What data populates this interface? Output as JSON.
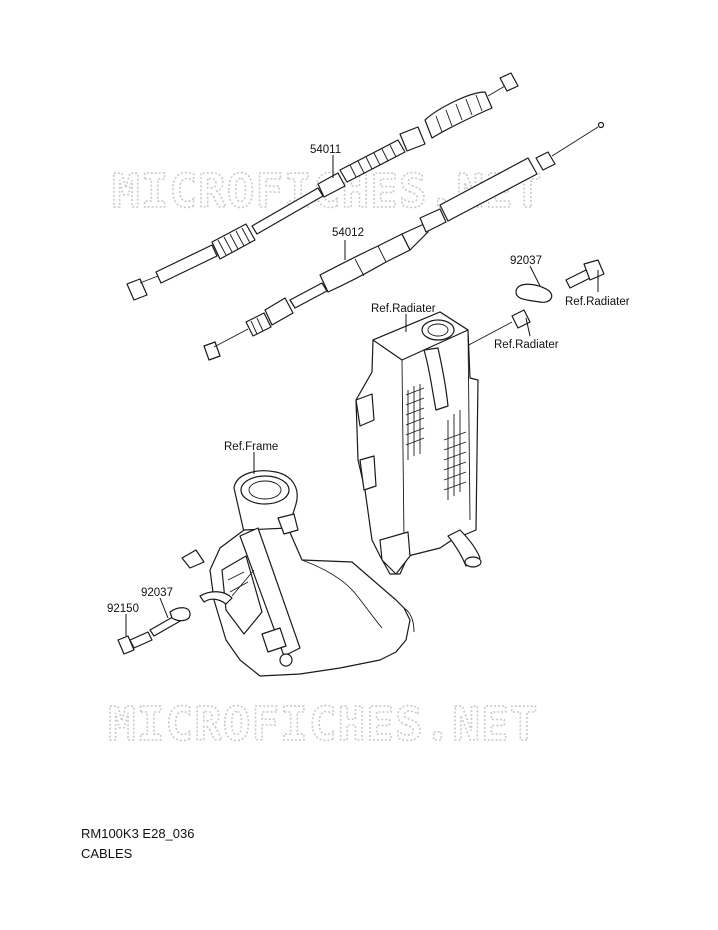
{
  "watermark": {
    "text": "MICROFICHES.NET"
  },
  "callouts": {
    "c54011": "54011",
    "c54012": "54012",
    "c92037_top": "92037",
    "ref_radiater_1": "Ref.Radiater",
    "ref_radiater_2": "Ref.Radiater",
    "ref_radiater_3": "Ref.Radiater",
    "ref_frame": "Ref.Frame",
    "c92037_bottom": "92037",
    "c92150": "92150"
  },
  "footer": {
    "code": "RM100K3 E28_036",
    "title": "CABLES"
  }
}
